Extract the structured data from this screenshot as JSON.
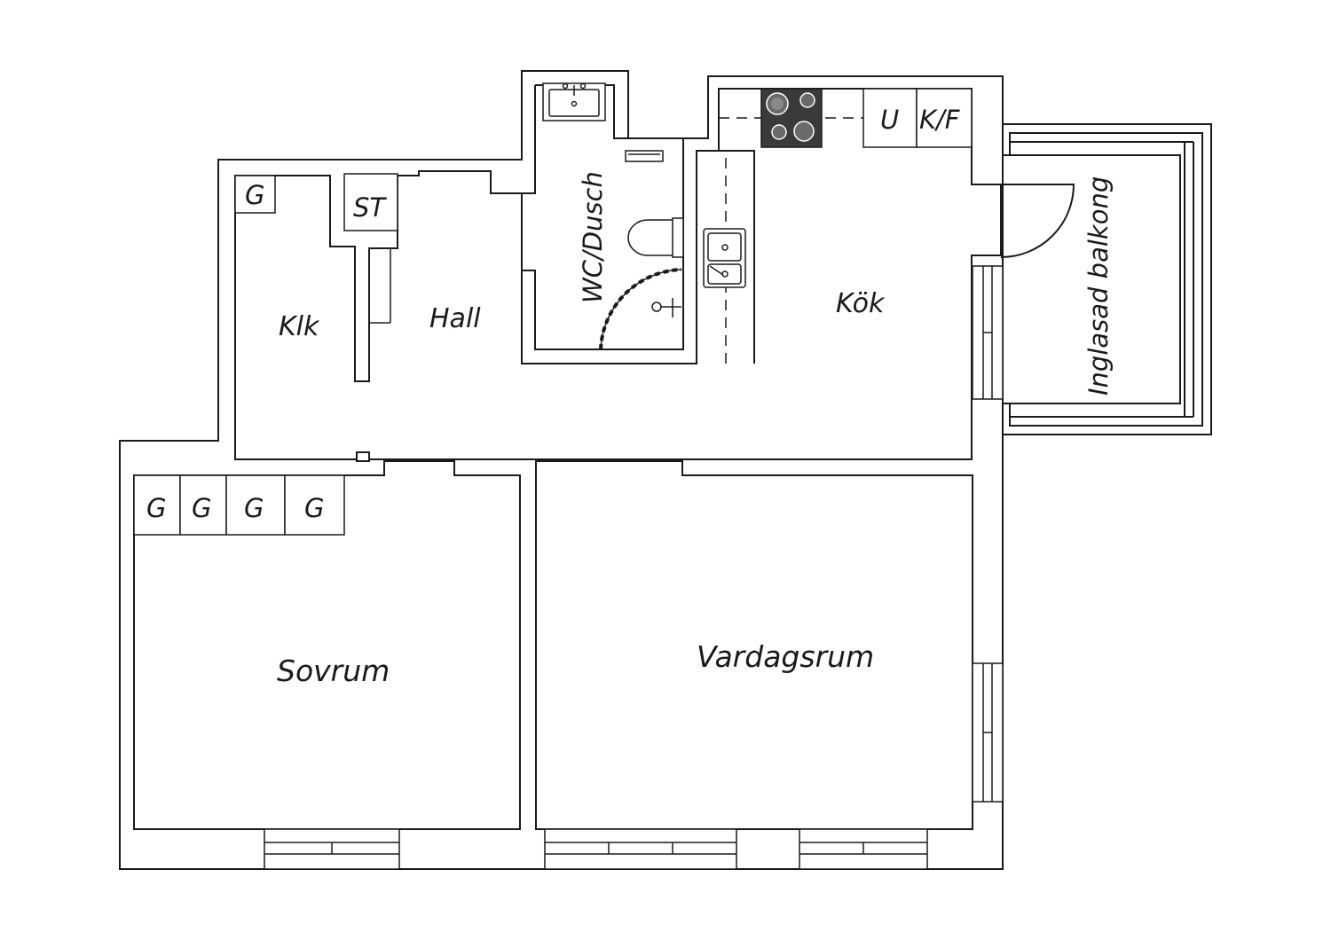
{
  "plan": {
    "rooms": {
      "klk": "Klk",
      "hall": "Hall",
      "wc": "WC/Dusch",
      "kok": "Kök",
      "balkong": "Inglasad balkong",
      "sovrum": "Sovrum",
      "vardagsrum": "Vardagsrum"
    },
    "fixtures": {
      "garderob_hall": "G",
      "stad": "ST",
      "garderob_1": "G",
      "garderob_2": "G",
      "garderob_3": "G",
      "garderob_4": "G",
      "ugn": "U",
      "kyl_frys": "K/F"
    },
    "colors": {
      "wall": "#ffffff",
      "line": "#1a1a1a",
      "stove": "#3a3a3a"
    }
  }
}
